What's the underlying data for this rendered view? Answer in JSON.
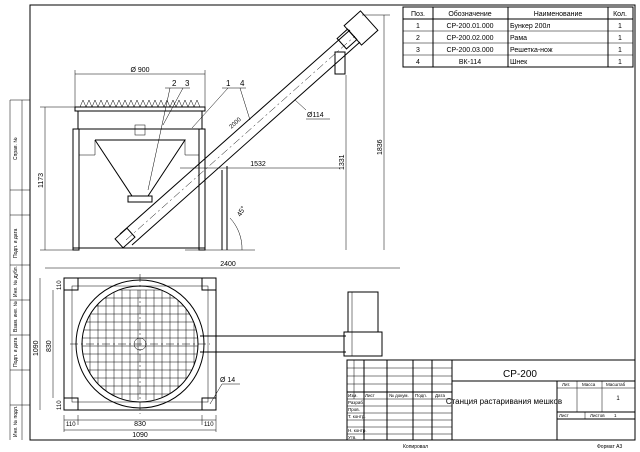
{
  "spec_table": {
    "headers": [
      "Поз.",
      "Обозначение",
      "Наименование",
      "Кол."
    ],
    "rows": [
      [
        "1",
        "СР-200.01.000",
        "Бункер 200л",
        "1"
      ],
      [
        "2",
        "СР-200.02.000",
        "Рама",
        "1"
      ],
      [
        "3",
        "СР-200.03.000",
        "Решетка-нож",
        "1"
      ],
      [
        "4",
        "ВК-114",
        "Шнек",
        "1"
      ]
    ]
  },
  "dimensions": {
    "d900": "Ø 900",
    "l2000": "2000",
    "d114": "Ø114",
    "l1532": "1532",
    "l1331": "1331",
    "l1836": "1836",
    "l1173": "1173",
    "angle": "45°",
    "l2400": "2400",
    "l1090v": "1090",
    "l830v": "830",
    "l110a": "110",
    "l110b": "110",
    "l110c": "110",
    "l110d": "110",
    "l830h": "830",
    "l1090h": "1090",
    "d14": "Ø 14"
  },
  "position_callouts": [
    "2",
    "3",
    "1",
    "4"
  ],
  "side_labels": [
    "Справ. №",
    "Подп. и дата",
    "Инв. № дубл.",
    "Взам. инв. №",
    "Подп. и дата",
    "Инв. № подл."
  ],
  "title_block": {
    "code": "СР-200",
    "title": "Станция растаривания мешков",
    "col_headers": [
      "Изм.",
      "Лист",
      "№ докум.",
      "Подп.",
      "Дата"
    ],
    "roles": [
      "Разраб.",
      "Пров.",
      "Т. контр.",
      "Н. контр.",
      "Утв."
    ],
    "lit_label": "Лит.",
    "mass_label": "Масса",
    "scale_label": "Масштаб",
    "scale_value": "1",
    "sheet_label": "Лист",
    "sheets_label": "Листов",
    "sheets_value": "1"
  },
  "footer": {
    "copied": "Копировал",
    "format": "Формат А3"
  }
}
